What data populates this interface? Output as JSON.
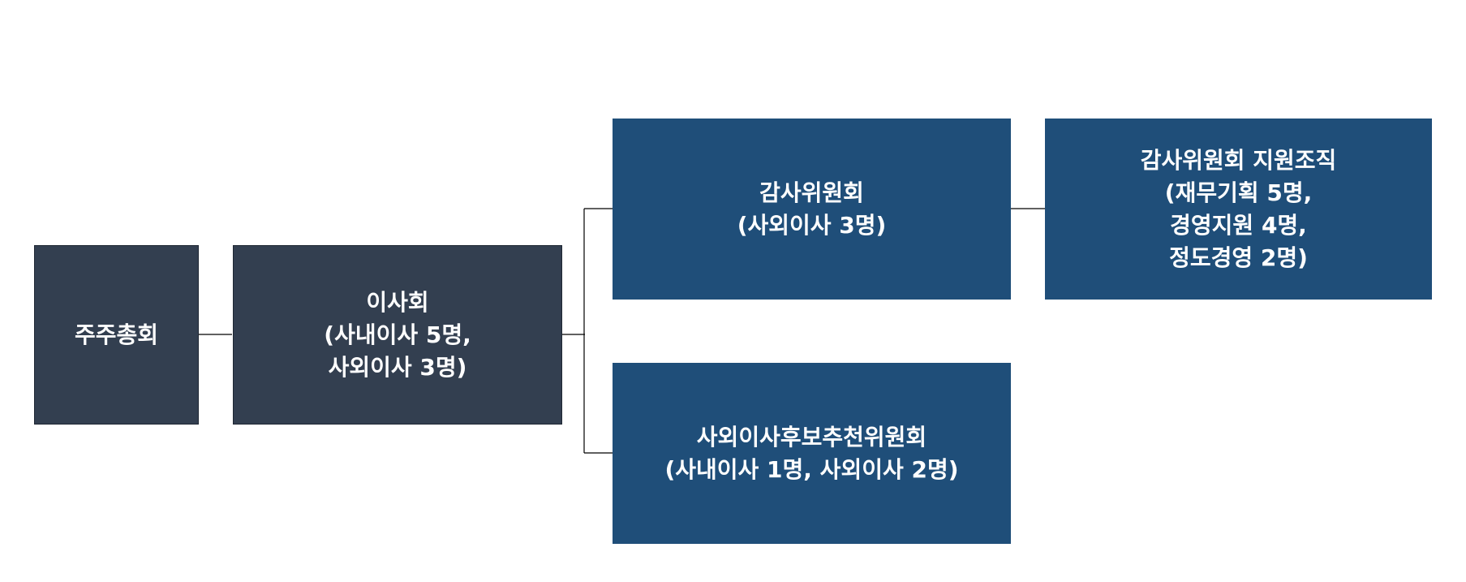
{
  "nodes": {
    "shareholders": {
      "lines": [
        "주주총회"
      ],
      "color": "#333f50"
    },
    "board": {
      "lines": [
        "이사회",
        "(사내이사 5명,",
        "사외이사 3명)"
      ],
      "color": "#333f50"
    },
    "audit_committee": {
      "lines": [
        "감사위원회",
        "(사외이사 3명)"
      ],
      "color": "#1f4e79"
    },
    "audit_support": {
      "lines": [
        "감사위원회 지원조직",
        "(재무기획 5명,",
        "경영지원 4명,",
        "정도경영 2명)"
      ],
      "color": "#1f4e79"
    },
    "nomination_committee": {
      "lines": [
        "사외이사후보추천위원회",
        "(사내이사 1명, 사외이사 2명)"
      ],
      "color": "#1f4e79"
    }
  }
}
